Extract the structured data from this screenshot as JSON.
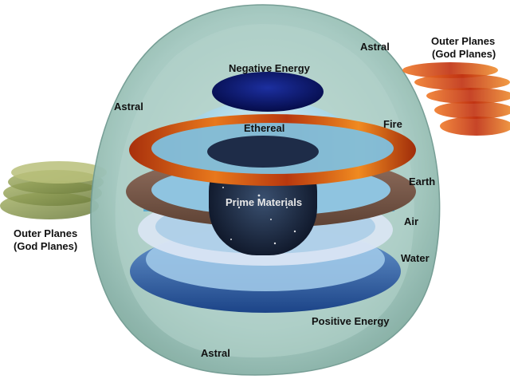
{
  "labels": {
    "astral_top_right": "Astral",
    "astral_left": "Astral",
    "astral_bottom": "Astral",
    "negative_energy": "Negative Energy",
    "ethereal": "Ethereal",
    "fire": "Fire",
    "earth": "Earth",
    "prime_material": "Prime Materials",
    "air": "Air",
    "water": "Water",
    "positive_energy": "Positive Energy",
    "outer_planes_right_line1": "Outer Planes",
    "outer_planes_right_line2": "(God Planes)",
    "outer_planes_left_line1": "Outer Planes",
    "outer_planes_left_line2": "(God Planes)"
  },
  "colors": {
    "astral_shell": "#8fb9b0",
    "negative_energy": "#0a1870",
    "fire": "#c84a10",
    "earth": "#7a5a48",
    "water": "#2c5898",
    "air": "#c8d8ee",
    "prime_material": "#1a2540",
    "ethereal": "#5fb3d8",
    "outer_planes_green": "#8a9a50",
    "outer_planes_red": "#d04818"
  }
}
